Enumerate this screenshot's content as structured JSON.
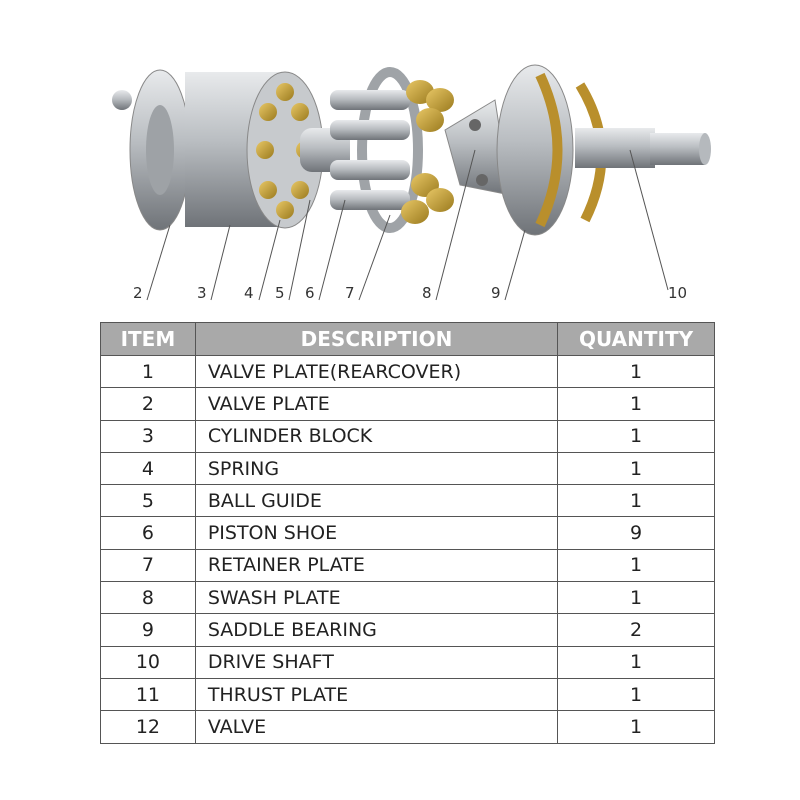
{
  "diagram": {
    "callouts": [
      "2",
      "3",
      "4",
      "5",
      "6",
      "7",
      "8",
      "9",
      "10"
    ]
  },
  "table": {
    "headers": [
      "ITEM",
      "DESCRIPTION",
      "QUANTITY"
    ],
    "rows": [
      {
        "item": "1",
        "description": "VALVE PLATE(REARCOVER)",
        "quantity": "1"
      },
      {
        "item": "2",
        "description": "VALVE PLATE",
        "quantity": "1"
      },
      {
        "item": "3",
        "description": "CYLINDER BLOCK",
        "quantity": "1"
      },
      {
        "item": "4",
        "description": "SPRING",
        "quantity": "1"
      },
      {
        "item": "5",
        "description": "BALL GUIDE",
        "quantity": "1"
      },
      {
        "item": "6",
        "description": "PISTON SHOE",
        "quantity": "9"
      },
      {
        "item": "7",
        "description": "RETAINER PLATE",
        "quantity": "1"
      },
      {
        "item": "8",
        "description": "SWASH PLATE",
        "quantity": "1"
      },
      {
        "item": "9",
        "description": "SADDLE BEARING",
        "quantity": "2"
      },
      {
        "item": "10",
        "description": "DRIVE SHAFT",
        "quantity": "1"
      },
      {
        "item": "11",
        "description": "THRUST PLATE",
        "quantity": "1"
      },
      {
        "item": "12",
        "description": "VALVE",
        "quantity": "1"
      }
    ]
  }
}
